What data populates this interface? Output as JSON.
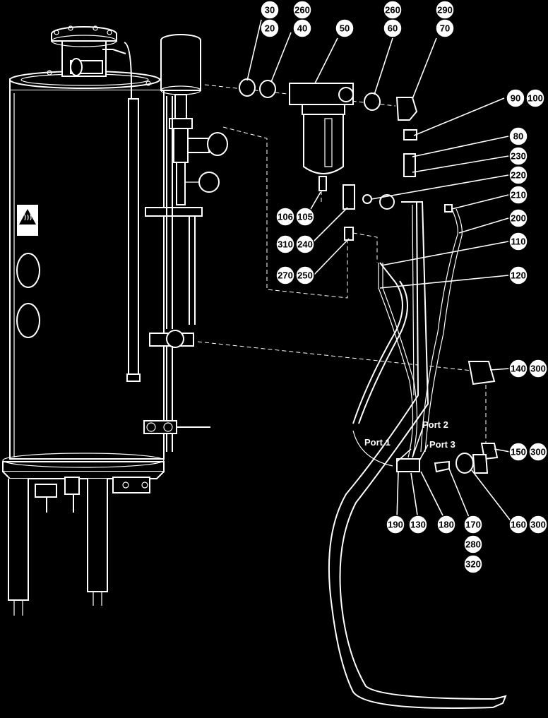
{
  "callouts": [
    {
      "id": "c30",
      "text": "30"
    },
    {
      "id": "c20",
      "text": "20"
    },
    {
      "id": "c260a",
      "text": "260"
    },
    {
      "id": "c40",
      "text": "40"
    },
    {
      "id": "c50",
      "text": "50"
    },
    {
      "id": "c260b",
      "text": "260"
    },
    {
      "id": "c60",
      "text": "60"
    },
    {
      "id": "c290",
      "text": "290"
    },
    {
      "id": "c70",
      "text": "70"
    },
    {
      "id": "c90",
      "text": "90"
    },
    {
      "id": "c100",
      "text": "100"
    },
    {
      "id": "c80",
      "text": "80"
    },
    {
      "id": "c230",
      "text": "230"
    },
    {
      "id": "c220",
      "text": "220"
    },
    {
      "id": "c210",
      "text": "210"
    },
    {
      "id": "c200",
      "text": "200"
    },
    {
      "id": "c110",
      "text": "110"
    },
    {
      "id": "c120",
      "text": "120"
    },
    {
      "id": "c106",
      "text": "106"
    },
    {
      "id": "c105",
      "text": "105"
    },
    {
      "id": "c310",
      "text": "310"
    },
    {
      "id": "c240",
      "text": "240"
    },
    {
      "id": "c270",
      "text": "270"
    },
    {
      "id": "c250",
      "text": "250"
    },
    {
      "id": "c140",
      "text": "140"
    },
    {
      "id": "c300a",
      "text": "300"
    },
    {
      "id": "c150",
      "text": "150"
    },
    {
      "id": "c300b",
      "text": "300"
    },
    {
      "id": "c160",
      "text": "160"
    },
    {
      "id": "c300c",
      "text": "300"
    },
    {
      "id": "c190",
      "text": "190"
    },
    {
      "id": "c130",
      "text": "130"
    },
    {
      "id": "c180",
      "text": "180"
    },
    {
      "id": "c170",
      "text": "170"
    },
    {
      "id": "c280",
      "text": "280"
    },
    {
      "id": "c320",
      "text": "320"
    }
  ],
  "ports": {
    "port1": "Port 1",
    "port2": "Port 2",
    "port3": "Port 3"
  },
  "colors": {
    "background": "#000000",
    "line": "#ffffff"
  },
  "icons": {
    "warning": "hot-surface-warning-icon"
  }
}
